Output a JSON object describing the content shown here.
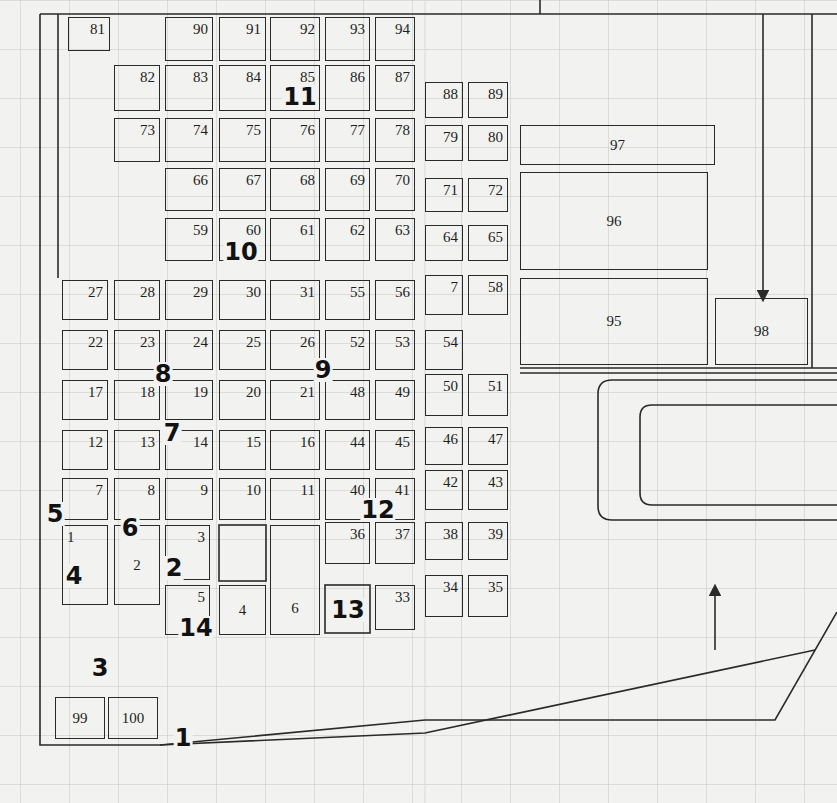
{
  "diagram": {
    "nodes": [
      {
        "text": [
          "1"
        ]
      },
      {
        "text": [
          "2"
        ]
      },
      {
        "text": [
          "3"
        ]
      },
      {
        "text": [
          "4"
        ]
      },
      {
        "text": [
          "5"
        ]
      },
      {
        "text": [
          "6"
        ]
      },
      {
        "text": [
          "7"
        ]
      },
      {
        "text": [
          "8"
        ]
      },
      {
        "text": [
          "9"
        ]
      },
      {
        "text": [
          "10"
        ]
      },
      {
        "text": [
          "11"
        ]
      },
      {
        "text": [
          "12"
        ]
      },
      {
        "text": [
          "13"
        ]
      },
      {
        "text": [
          "14"
        ]
      },
      {
        "text": [
          "15"
        ]
      },
      {
        "text": [
          "16"
        ]
      },
      {
        "text": [
          "17"
        ]
      },
      {
        "text": [
          "18"
        ]
      },
      {
        "text": [
          "19"
        ]
      },
      {
        "text": [
          "20"
        ]
      },
      {
        "text": [
          "21"
        ]
      },
      {
        "text": [
          "22"
        ]
      },
      {
        "text": [
          "23"
        ]
      },
      {
        "text": [
          "24"
        ]
      },
      {
        "text": [
          "25"
        ]
      },
      {
        "text": [
          "26"
        ]
      },
      {
        "text": [
          "27"
        ]
      },
      {
        "text": [
          "28"
        ]
      },
      {
        "text": [
          "29"
        ]
      },
      {
        "text": [
          "30"
        ]
      },
      {
        "text": [
          "31"
        ]
      },
      {
        "text": [
          "33"
        ]
      },
      {
        "text": [
          "34"
        ]
      },
      {
        "text": [
          "35"
        ]
      },
      {
        "text": [
          "36"
        ]
      },
      {
        "text": [
          "37"
        ]
      },
      {
        "text": [
          "38"
        ]
      },
      {
        "text": [
          "39"
        ]
      },
      {
        "text": [
          "40"
        ]
      },
      {
        "text": [
          "41"
        ]
      },
      {
        "text": [
          "42"
        ]
      },
      {
        "text": [
          "43"
        ]
      },
      {
        "text": [
          "44"
        ]
      },
      {
        "text": [
          "45"
        ]
      },
      {
        "text": [
          "46"
        ]
      },
      {
        "text": [
          "47"
        ]
      },
      {
        "text": [
          "48"
        ]
      },
      {
        "text": [
          "49"
        ]
      },
      {
        "text": [
          "50"
        ]
      },
      {
        "text": [
          "51"
        ]
      },
      {
        "text": [
          "52"
        ]
      },
      {
        "text": [
          "53"
        ]
      },
      {
        "text": [
          "54"
        ]
      },
      {
        "text": [
          "55"
        ]
      },
      {
        "text": [
          "56"
        ]
      },
      {
        "text": [
          "7"
        ]
      },
      {
        "text": [
          "58"
        ]
      },
      {
        "text": [
          "59"
        ]
      },
      {
        "text": [
          "60"
        ]
      },
      {
        "text": [
          "61"
        ]
      },
      {
        "text": [
          "62"
        ]
      },
      {
        "text": [
          "63"
        ]
      },
      {
        "text": [
          "64"
        ]
      },
      {
        "text": [
          "65"
        ]
      },
      {
        "text": [
          "66"
        ]
      },
      {
        "text": [
          "67"
        ]
      },
      {
        "text": [
          "68"
        ]
      },
      {
        "text": [
          "69"
        ]
      },
      {
        "text": [
          "70"
        ]
      },
      {
        "text": [
          "71"
        ]
      },
      {
        "text": [
          "72"
        ]
      },
      {
        "text": [
          "73"
        ]
      },
      {
        "text": [
          "74"
        ]
      },
      {
        "text": [
          "75"
        ]
      },
      {
        "text": [
          "76"
        ]
      },
      {
        "text": [
          "77"
        ]
      },
      {
        "text": [
          "78"
        ]
      },
      {
        "text": [
          "79"
        ]
      },
      {
        "text": [
          "80"
        ]
      },
      {
        "text": [
          "81"
        ]
      },
      {
        "text": [
          "82"
        ]
      },
      {
        "text": [
          "83"
        ]
      },
      {
        "text": [
          "84"
        ]
      },
      {
        "text": [
          "85"
        ]
      },
      {
        "text": [
          "86"
        ]
      },
      {
        "text": [
          "87"
        ]
      },
      {
        "text": [
          "88"
        ]
      },
      {
        "text": [
          "89"
        ]
      },
      {
        "text": [
          "90"
        ]
      },
      {
        "text": [
          "91"
        ]
      },
      {
        "text": [
          "92"
        ]
      },
      {
        "text": [
          "93"
        ]
      },
      {
        "text": [
          "94"
        ]
      },
      {
        "text": [
          "95"
        ]
      },
      {
        "text": [
          "96"
        ]
      },
      {
        "text": [
          "97"
        ]
      },
      {
        "text": [
          "98"
        ]
      },
      {
        "text": [
          "99"
        ]
      },
      {
        "text": [
          "100"
        ]
      }
    ],
    "labels": [
      "1",
      "2",
      "3",
      "4",
      "5",
      "6",
      "7",
      "8",
      "9",
      "10",
      "11",
      "12",
      "13",
      "14"
    ]
  }
}
